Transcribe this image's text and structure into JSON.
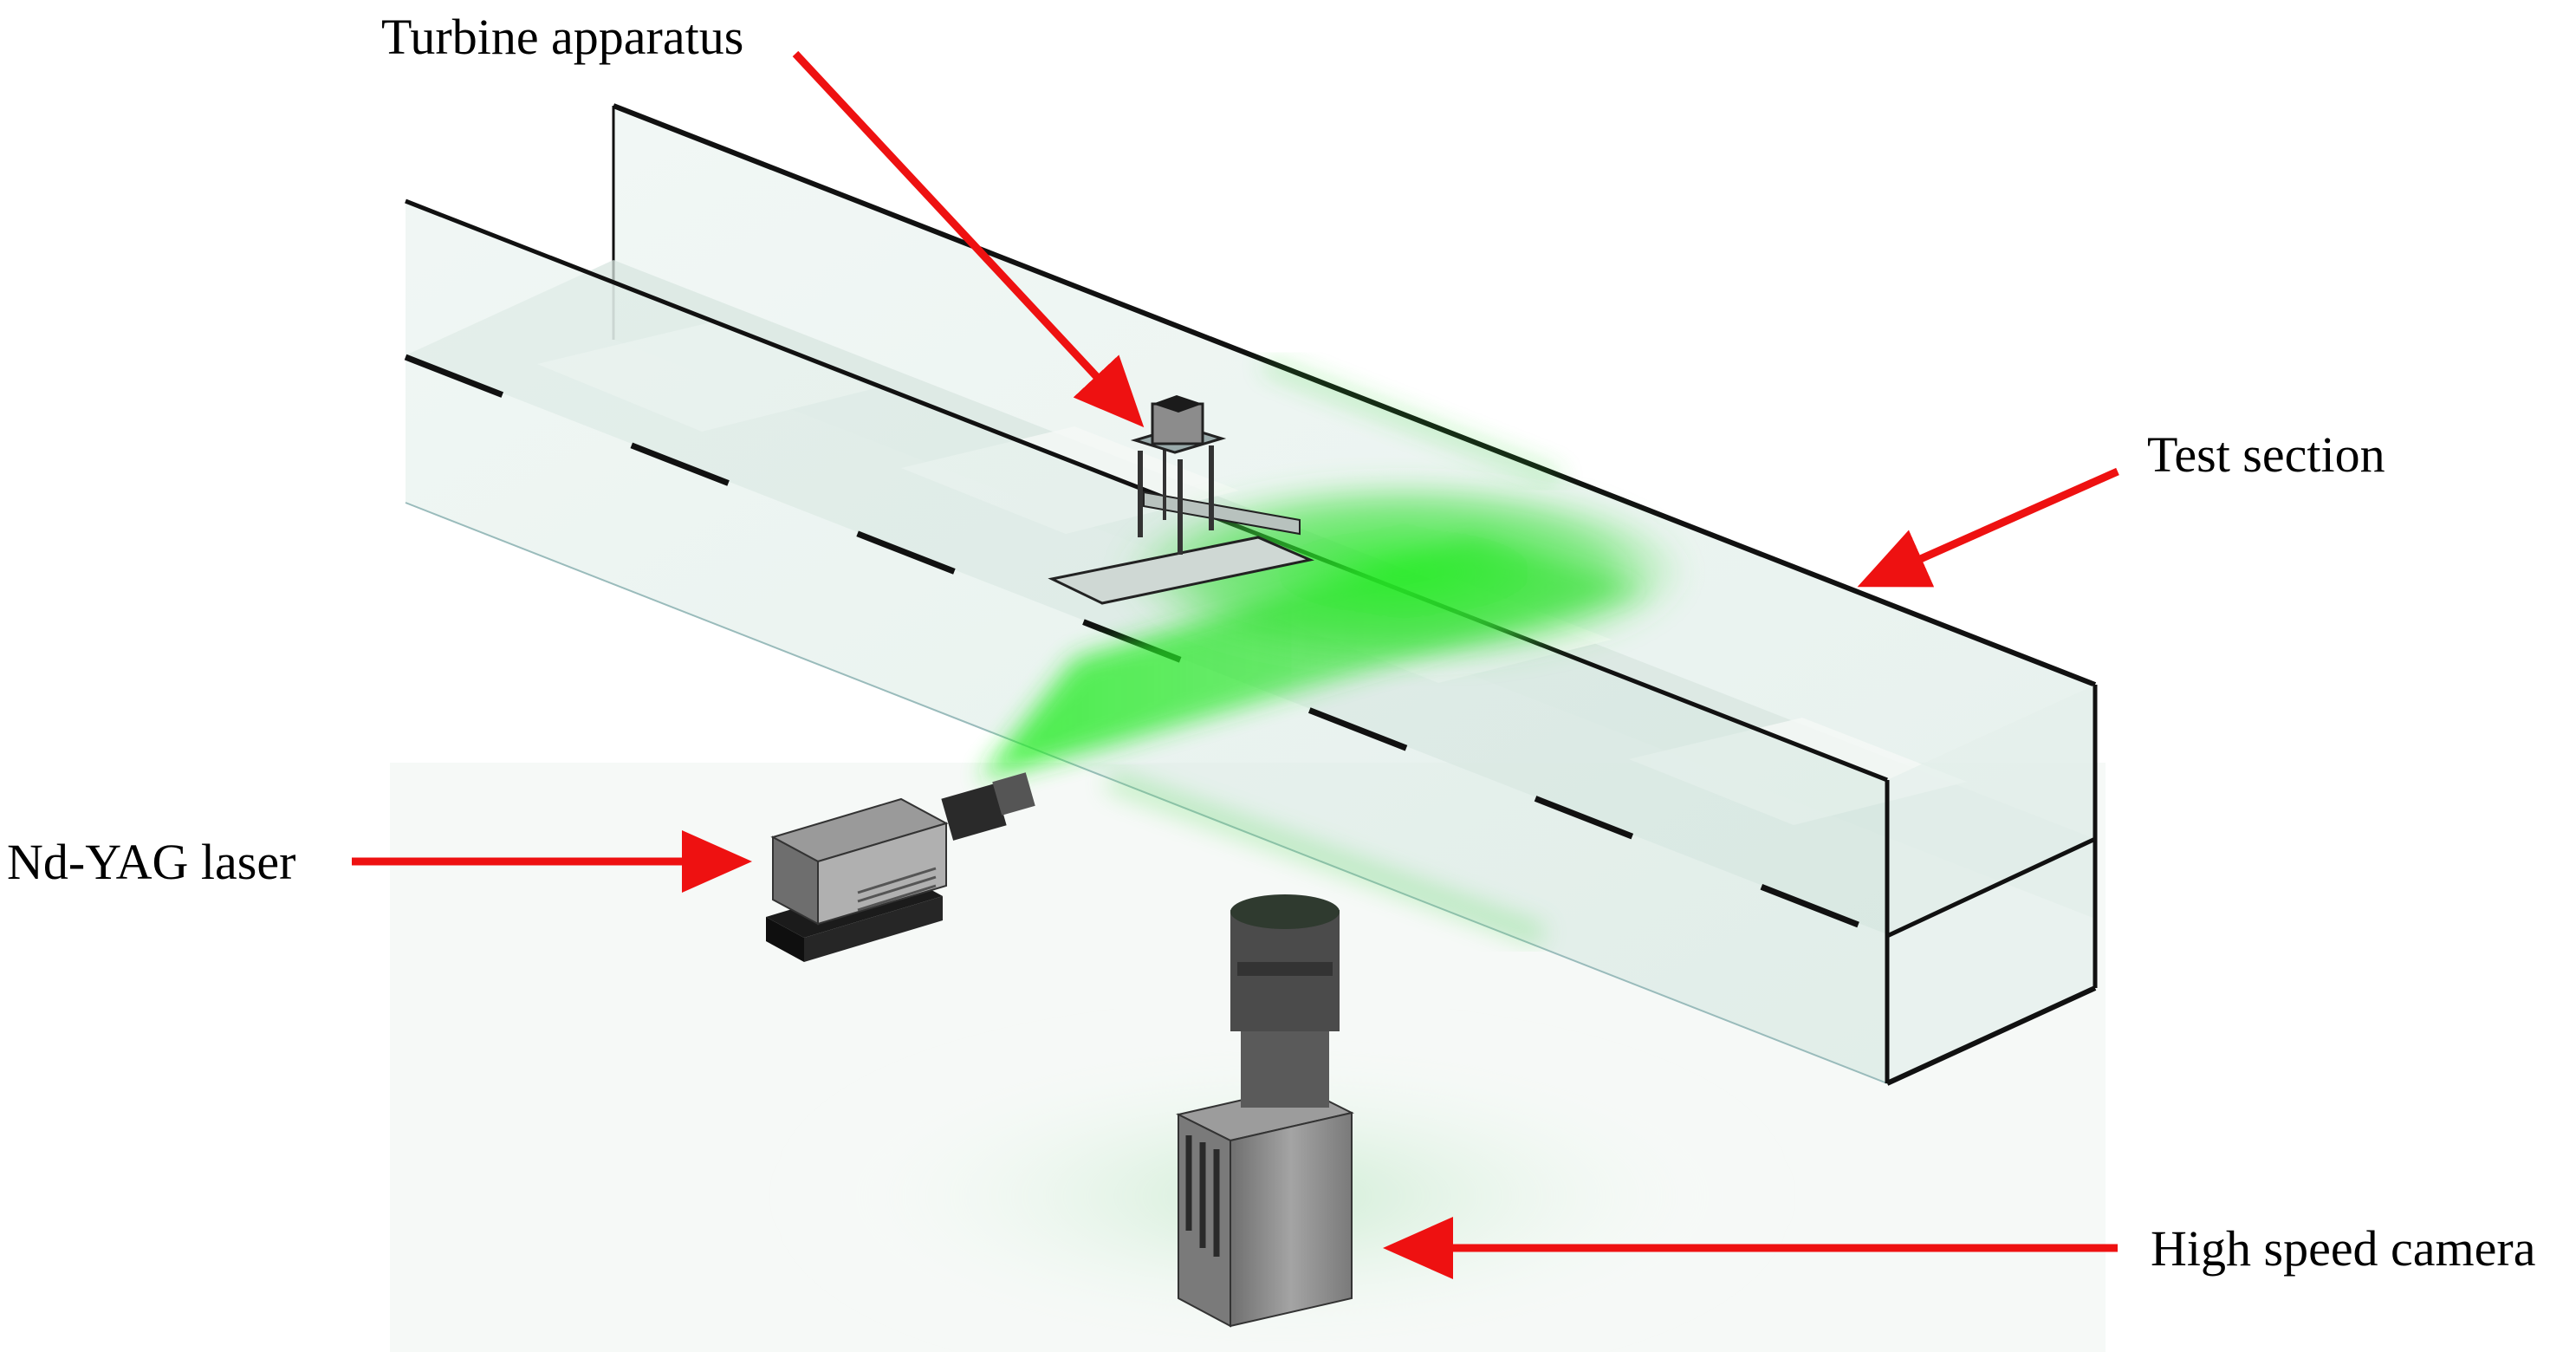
{
  "labels": {
    "turbine_apparatus": "Turbine apparatus",
    "test_section": "Test section",
    "laser": "Nd-YAG laser",
    "camera": "High speed camera"
  },
  "colors": {
    "arrow": "#ee1111",
    "laser_beam": "#22dd22",
    "glass": "#dbece6",
    "edge": "#111111",
    "device_body": "#8a8a8a",
    "device_dark": "#1b1b1b"
  }
}
